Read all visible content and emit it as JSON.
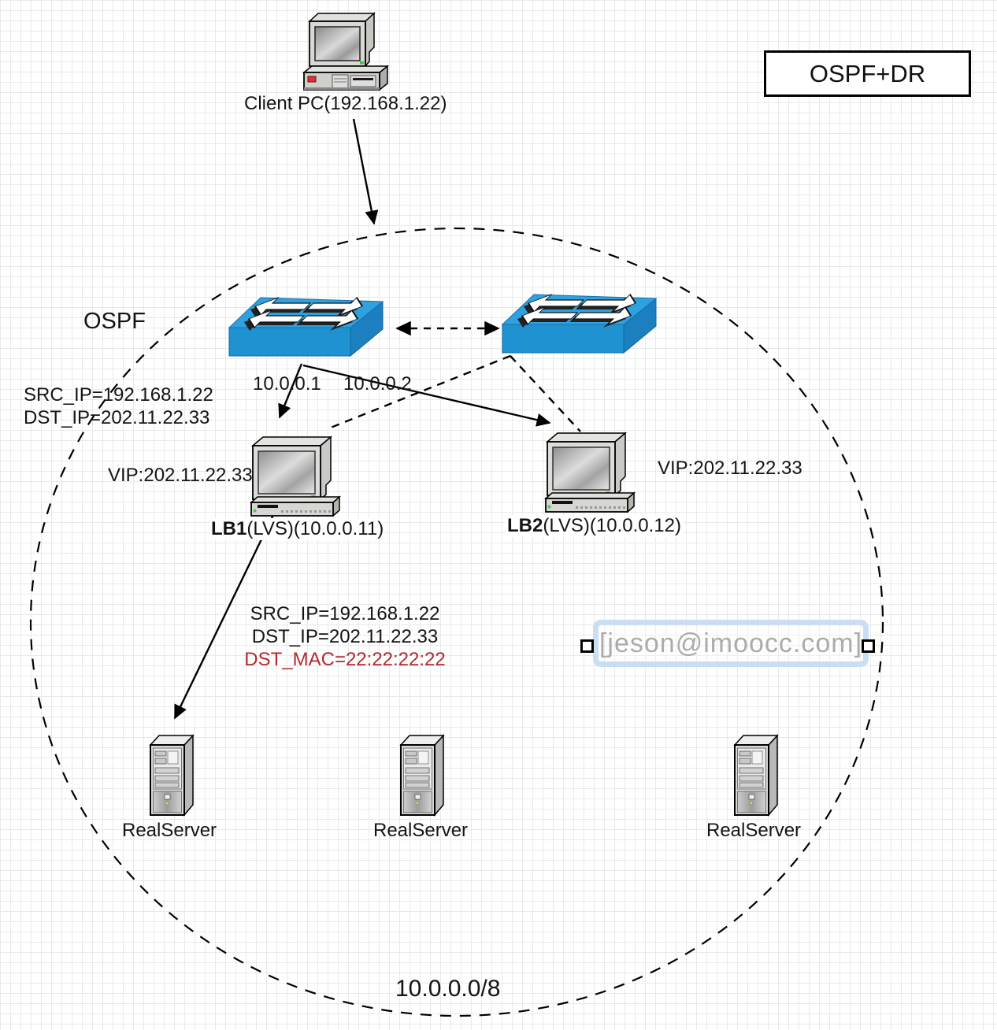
{
  "title_box": {
    "label": "OSPF+DR"
  },
  "client_pc": {
    "label": "Client PC(192.168.1.22)"
  },
  "area": {
    "protocol_label": "OSPF",
    "network_label": "10.0.0.0/8"
  },
  "switches": {
    "switch1_ip": "10.0.0.1",
    "switch2_ip": "10.0.0.2"
  },
  "packet_to_lb": {
    "src": "SRC_IP=192.168.1.22",
    "dst": "DST_IP=202.11.22.33"
  },
  "lb1": {
    "name": "LB1",
    "detail": "(LVS)(10.0.0.11)",
    "vip": "VIP:202.11.22.33"
  },
  "lb2": {
    "name": "LB2",
    "detail": "(LVS)(10.0.0.12)",
    "vip": "VIP:202.11.22.33"
  },
  "packet_to_rs": {
    "src": "SRC_IP=192.168.1.22",
    "dst": "DST_IP=202.11.22.33",
    "dst_mac": "DST_MAC=22:22:22:22"
  },
  "watermark": {
    "text": "[jeson@imoocc.com]"
  },
  "realservers": [
    {
      "label": "RealServer"
    },
    {
      "label": "RealServer"
    },
    {
      "label": "RealServer"
    }
  ],
  "icons": {
    "client": "desktop-pc-icon",
    "switch": "network-switch-icon",
    "lb": "workstation-icon",
    "realserver": "tower-server-icon"
  },
  "colors": {
    "switch_top_blue": "#2ea2e0",
    "switch_front_blue": "#1f93d2",
    "switch_side_blue": "#1b7fc0",
    "mac_red": "#b2292e",
    "watermark_gray": "#ababab",
    "watermark_border": "#c9def3"
  }
}
